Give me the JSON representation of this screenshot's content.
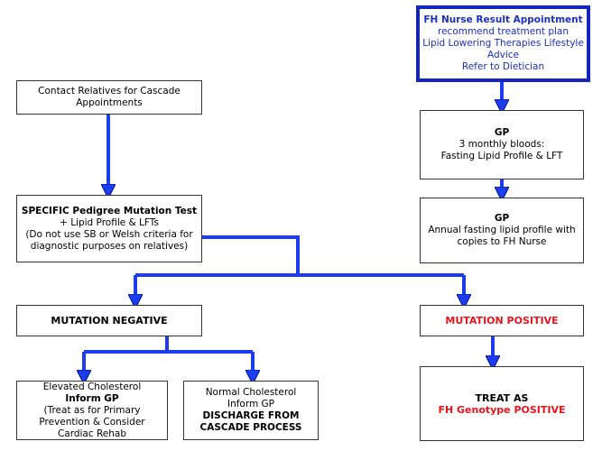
{
  "nurse": {
    "title": "FH Nurse Result Appointment",
    "lines": [
      "recommend treatment plan",
      "Lipid Lowering Therapies Lifestyle",
      "Advice",
      "Refer to Dietician"
    ]
  },
  "contact": {
    "lines": [
      "Contact Relatives for Cascade",
      "Appointments"
    ]
  },
  "gp1": {
    "title": "GP",
    "lines": [
      "3 monthly bloods:",
      "Fasting Lipid Profile & LFT"
    ]
  },
  "gp2": {
    "title": "GP",
    "lines": [
      "Annual fasting lipid profile with",
      "copies to FH Nurse"
    ]
  },
  "pedigree": {
    "title": "SPECIFIC Pedigree Mutation Test",
    "lines": [
      "+ Lipid Profile & LFTs",
      "(Do not use SB or Welsh criteria for",
      "diagnostic purposes on relatives)"
    ]
  },
  "negative": {
    "label": "MUTATION NEGATIVE"
  },
  "positive": {
    "label": "MUTATION POSITIVE"
  },
  "elevated": {
    "line1": "Elevated Cholesterol",
    "bold": "Inform GP",
    "lines": [
      "(Treat as for Primary",
      "Prevention & Consider",
      "Cardiac Rehab"
    ]
  },
  "normal": {
    "line1": "Normal Cholesterol",
    "line2": "Inform GP",
    "bold1": "DISCHARGE FROM",
    "bold2": "CASCADE PROCESS"
  },
  "treat": {
    "line1": "TREAT AS",
    "line2": "FH Genotype POSITIVE"
  },
  "colors": {
    "arrow": "#1b3cf0",
    "arrow_outline": "#0a1f8f",
    "nurse_border": "#1424c2",
    "accent_blue": "#1b2fc2",
    "accent_red": "#e8141b"
  }
}
